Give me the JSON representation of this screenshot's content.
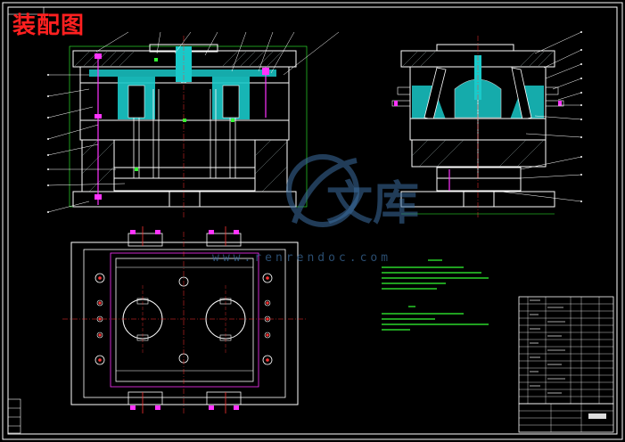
{
  "drawing": {
    "title": "装配图",
    "watermark_text": "文库",
    "watermark_url": "www.renrendoc.com"
  },
  "colors": {
    "background": "#000000",
    "outline": "#ffffff",
    "cavity": "#19c9c9",
    "title": "#ff2020",
    "notes": "#33ff33",
    "frame": "#33ff33",
    "pins": "#ff33ff",
    "watermark": "#3c6ea0"
  }
}
